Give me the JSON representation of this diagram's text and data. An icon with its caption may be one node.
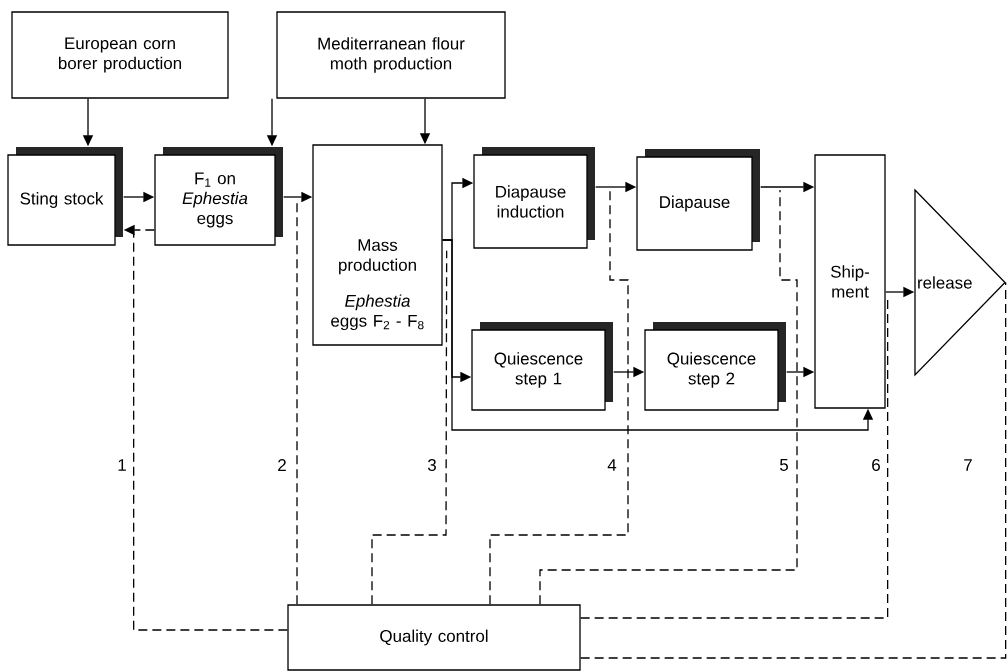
{
  "diagram": {
    "nodes": [
      {
        "text": [
          "European corn borer production"
        ]
      },
      {
        "text": [
          "Mediterranean flour moth production"
        ]
      },
      {
        "text": [
          "Sting stock"
        ]
      },
      {
        "text": [
          "F$_{1}$ on *Ephestia* eggs"
        ]
      },
      {
        "text": [
          "Mass production",
          "*Ephestia* eggs F$_{2}$ - F$_{8}$"
        ]
      },
      {
        "text": [
          "Diapause induction"
        ]
      },
      {
        "text": [
          "Diapause"
        ]
      },
      {
        "text": [
          "Quiescence step 1"
        ]
      },
      {
        "text": [
          "Quiescence step 2"
        ]
      },
      {
        "text": [
          "Ship- ment"
        ]
      },
      {
        "text": [
          "release"
        ]
      },
      {
        "text": [
          "Quality control"
        ]
      }
    ],
    "edges": [
      {
        "from": 0,
        "to": 2,
        "arrow": "to"
      },
      {
        "from": 1,
        "to": 3,
        "arrow": "to"
      },
      {
        "from": 1,
        "to": 4,
        "arrow": "to"
      },
      {
        "from": 2,
        "to": 3,
        "arrow": "to"
      },
      {
        "from": 3,
        "to": 2,
        "arrow": "to",
        "style": "dashed"
      },
      {
        "from": 3,
        "to": 4,
        "arrow": "to"
      },
      {
        "from": 4,
        "to": 5,
        "arrow": "to"
      },
      {
        "from": 4,
        "to": 7,
        "arrow": "to"
      },
      {
        "from": 4,
        "to": 9,
        "arrow": "to"
      },
      {
        "from": 5,
        "to": 6,
        "arrow": "to"
      },
      {
        "from": 6,
        "to": 9,
        "arrow": "to"
      },
      {
        "from": 7,
        "to": 8,
        "arrow": "to"
      },
      {
        "from": 8,
        "to": 9,
        "arrow": "to"
      },
      {
        "from": 9,
        "to": 10,
        "arrow": "to"
      },
      {
        "from": 11,
        "to": 2,
        "arrow": "none",
        "style": "dashed"
      },
      {
        "from": 11,
        "to": null,
        "arrow": "none",
        "style": "dashed"
      },
      {
        "from": 11,
        "to": 4,
        "arrow": "none",
        "style": "dashed"
      },
      {
        "from": 11,
        "to": null,
        "arrow": "none",
        "style": "dashed"
      },
      {
        "from": 11,
        "to": null,
        "arrow": "none",
        "style": "dashed"
      },
      {
        "from": 11,
        "to": 9,
        "arrow": "none",
        "style": "dashed"
      },
      {
        "from": 11,
        "to": 10,
        "arrow": "none",
        "style": "dashed"
      }
    ],
    "labels": [
      "1",
      "2",
      "3",
      "4",
      "5",
      "6",
      "7"
    ]
  }
}
